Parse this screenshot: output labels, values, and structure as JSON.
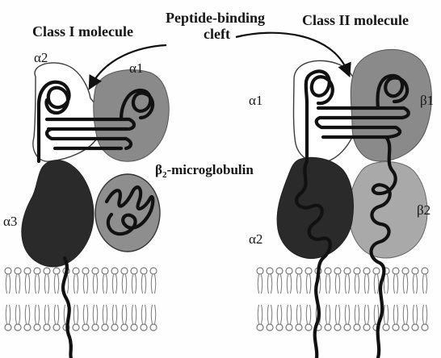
{
  "labels": {
    "class1_title": "Class I molecule",
    "cleft_line1": "Peptide-binding",
    "cleft_line2": "cleft",
    "class2_title": "Class II molecule",
    "a2_left": "α2",
    "a1_left": "α1",
    "b2m_beta": "β",
    "b2m_sub": "2",
    "b2m_rest": "-microglobulin",
    "a3_left": "α3",
    "a1_right": "α1",
    "b1_right": "β1",
    "b2_right": "β2",
    "a2_right": "α2"
  },
  "colors": {
    "dark_domain": "#2a2a2a",
    "mid_domain": "#8a8a8a",
    "light_domain": "#a9a9a9",
    "outline_domain": "#ffffff",
    "chain": "#111111",
    "membrane": "#7a7a7a"
  }
}
